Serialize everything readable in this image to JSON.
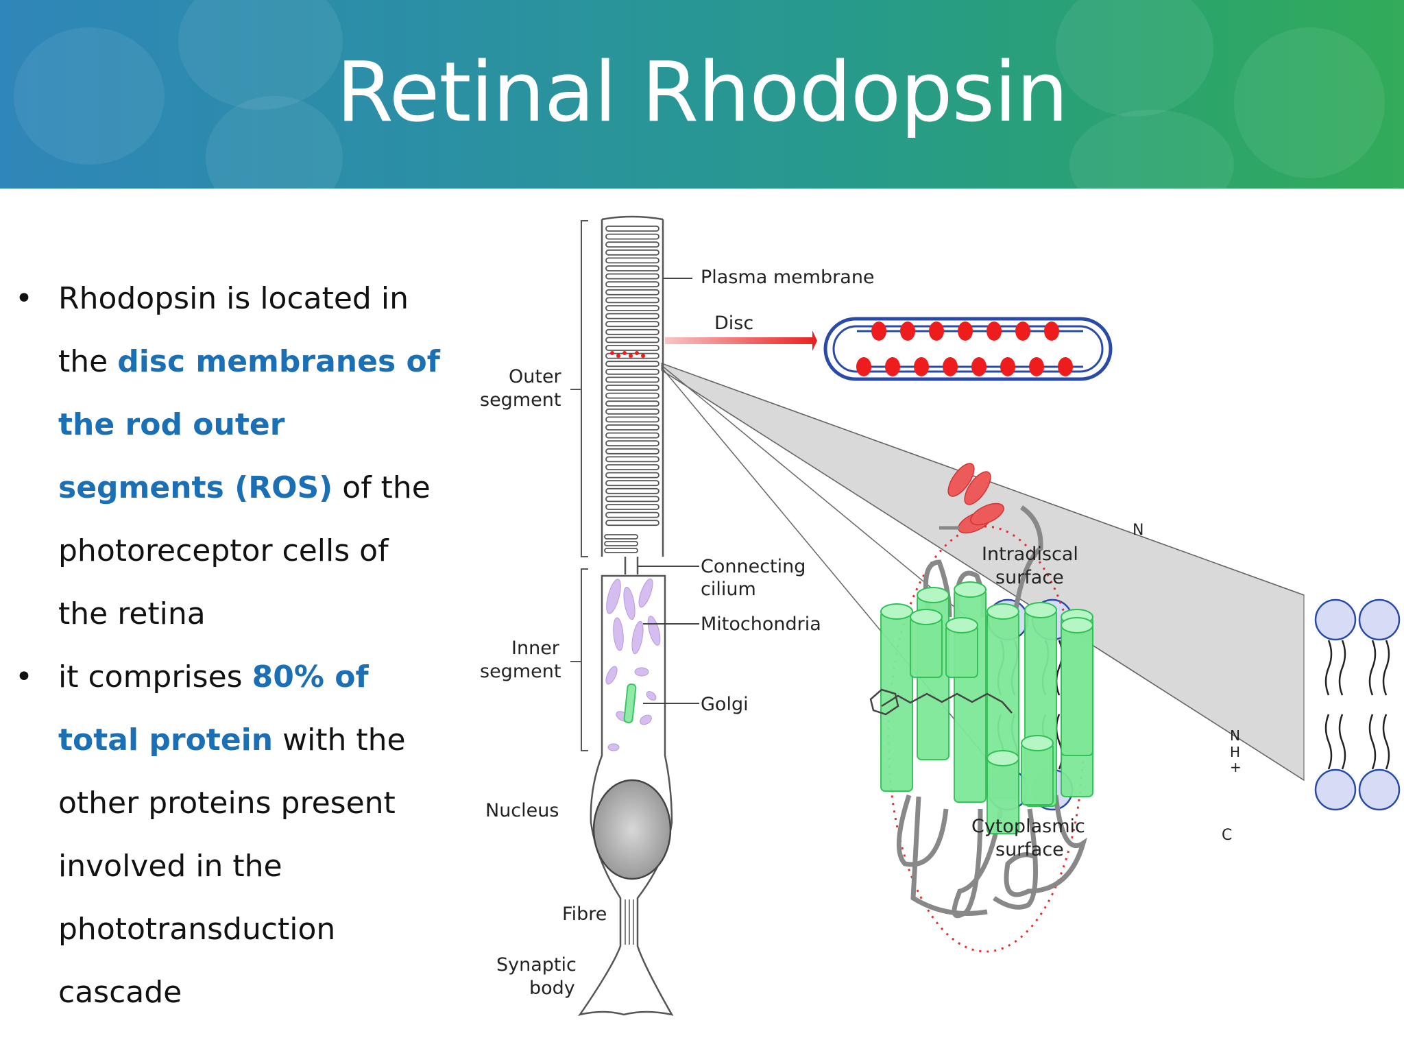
{
  "slide": {
    "title": "Retinal Rhodopsin"
  },
  "bullets": [
    {
      "parts": [
        {
          "text": "Rhodopsin is located in the ",
          "highlight": false
        },
        {
          "text": "disc membranes of the rod outer segments (ROS)",
          "highlight": true
        },
        {
          "text": " of the photoreceptor cells of the retina",
          "highlight": false
        }
      ]
    },
    {
      "parts": [
        {
          "text": "it comprises ",
          "highlight": false
        },
        {
          "text": "80% of total protein",
          "highlight": true
        },
        {
          "text": " with the other proteins present involved in the phototransduction cascade",
          "highlight": false
        }
      ]
    }
  ],
  "figure": {
    "labels": {
      "plasma_membrane": "Plasma membrane",
      "disc": "Disc",
      "outer_segment_1": "Outer",
      "outer_segment_2": "segment",
      "connecting_cilium_1": "Connecting",
      "connecting_cilium_2": "cilium",
      "mitochondria": "Mitochondria",
      "inner_segment_1": "Inner",
      "inner_segment_2": "segment",
      "golgi": "Golgi",
      "nucleus": "Nucleus",
      "fibre": "Fibre",
      "synaptic_body_1": "Synaptic",
      "synaptic_body_2": "body",
      "intradiscal_1": "Intradiscal",
      "intradiscal_2": "surface",
      "cytoplasmic_1": "Cytoplasmic",
      "cytoplasmic_2": "surface",
      "n_terminus": "N",
      "c_terminus": "C",
      "nh_n": "N",
      "nh_h": "H",
      "nh_plus": "+"
    },
    "colors": {
      "helix": "#7ee897",
      "helix_stroke": "#2fbf55",
      "sugar": "#ec5a5a",
      "lipid_head": "#d6dcf5",
      "lipid_stroke": "#2a4aa8",
      "dot_outline": "#e03030",
      "disc_dot": "#ee1c1c"
    }
  }
}
